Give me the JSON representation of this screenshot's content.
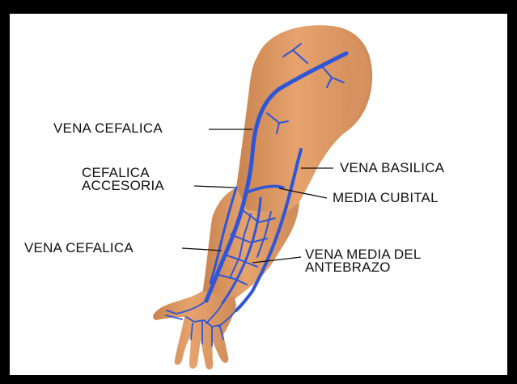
{
  "labels": {
    "vena_cefalica_upper": "VENA CEFALICA",
    "cefalica_accesoria_line1": "CEFALICA",
    "cefalica_accesoria_line2": "ACCESORIA",
    "vena_cefalica_lower": "VENA CEFALICA",
    "vena_basilica": "VENA BASILICA",
    "media_cubital": "MEDIA CUBITAL",
    "vena_media_line1": "VENA MEDIA DEL",
    "vena_media_line2": "ANTEBRAZO"
  },
  "colors": {
    "frame": "#000000",
    "background": "#ffffff",
    "skin": "#e6a36e",
    "skin_shadow": "#c9834f",
    "vein": "#2f56d8",
    "leader_line": "#111111"
  }
}
